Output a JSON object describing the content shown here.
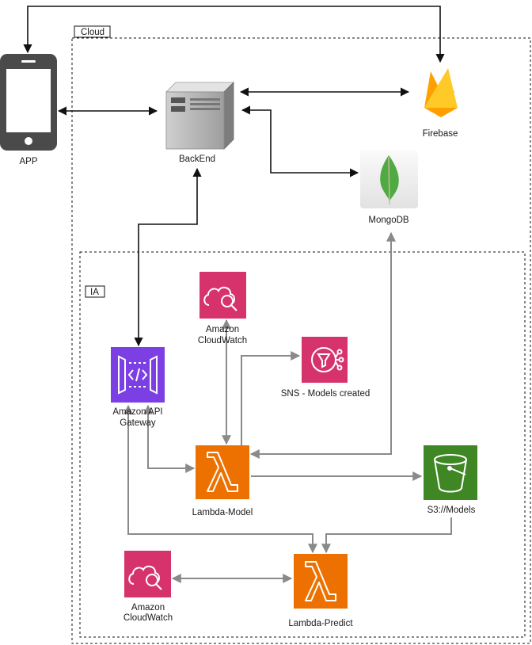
{
  "groups": {
    "cloud": "Cloud",
    "ia": "IA"
  },
  "nodes": {
    "app": "APP",
    "backend": "BackEnd",
    "firebase": "Firebase",
    "mongodb": "MongoDB",
    "cloudwatch_top_line1": "Amazon",
    "cloudwatch_top_line2": "CloudWatch",
    "sns": "SNS - Models created",
    "api_gateway_line1": "Amazon API",
    "api_gateway_line2": "Gateway",
    "lambda_model": "Lambda-Model",
    "s3": "S3://Models",
    "cloudwatch_bottom_line1": "Amazon",
    "cloudwatch_bottom_line2": "CloudWatch",
    "lambda_predict": "Lambda-Predict"
  },
  "colors": {
    "aws_pink": "#D6336C",
    "aws_purple": "#7B3FE4",
    "aws_orange": "#ED7100",
    "aws_green": "#3F8624",
    "firebase_yellow": "#FFCA28",
    "firebase_orange": "#F57C00",
    "mongo_green": "#4FAA41"
  },
  "edges": [
    {
      "from": "app",
      "to": "backend",
      "style": "bidirectional"
    },
    {
      "from": "app",
      "to": "firebase",
      "style": "bidirectional"
    },
    {
      "from": "backend",
      "to": "firebase",
      "style": "bidirectional"
    },
    {
      "from": "backend",
      "to": "mongodb",
      "style": "bidirectional"
    },
    {
      "from": "api_gateway",
      "to": "backend",
      "style": "bidirectional"
    },
    {
      "from": "cloudwatch_top",
      "to": "lambda_model",
      "style": "bidirectional"
    },
    {
      "from": "lambda_model",
      "to": "sns",
      "style": "directed"
    },
    {
      "from": "mongodb",
      "to": "lambda_model",
      "style": "bidirectional"
    },
    {
      "from": "api_gateway",
      "to": "lambda_model",
      "style": "bidirectional"
    },
    {
      "from": "lambda_model",
      "to": "s3",
      "style": "directed"
    },
    {
      "from": "api_gateway",
      "to": "lambda_predict",
      "style": "bidirectional"
    },
    {
      "from": "s3",
      "to": "lambda_predict",
      "style": "directed"
    },
    {
      "from": "cloudwatch_bottom",
      "to": "lambda_predict",
      "style": "bidirectional"
    }
  ]
}
